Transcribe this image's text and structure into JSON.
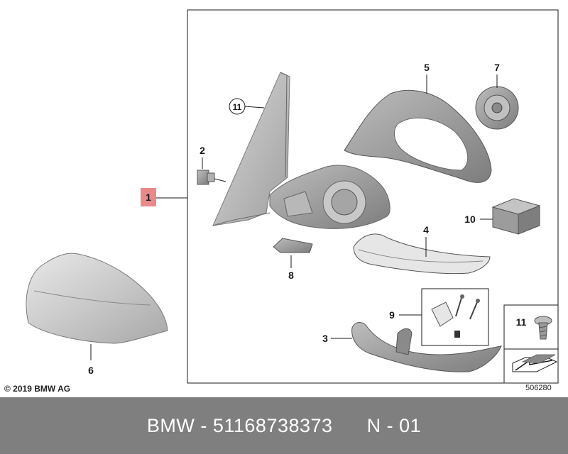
{
  "parts": {
    "p1": "1",
    "p2": "2",
    "p3": "3",
    "p4": "4",
    "p5": "5",
    "p6": "6",
    "p7": "7",
    "p8": "8",
    "p9": "9",
    "p10": "10",
    "p11": "11",
    "p11_inset": "11"
  },
  "copyright": "© 2019 BMW AG",
  "diagram_number": "506280",
  "footer": {
    "brand": "BMW",
    "separator1": " - ",
    "part_number": "51168738373",
    "gap": "      ",
    "variant": "N - 01"
  },
  "colors": {
    "part_fill": "#d4d4d4",
    "part_dark": "#9a9a9a",
    "highlight": "#e88a8a",
    "footer_bg": "#7f7f7f"
  }
}
